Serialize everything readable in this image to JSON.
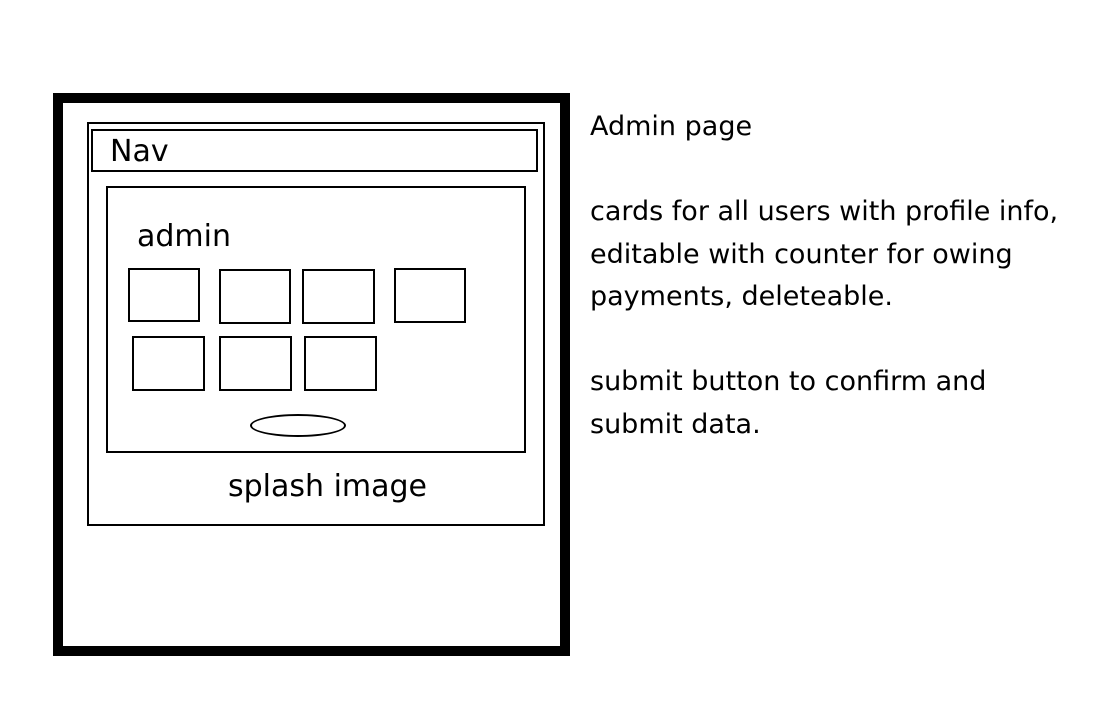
{
  "wireframe": {
    "nav_label": "Nav",
    "admin_label": "admin",
    "splash_label": "splash image",
    "card_count": 7,
    "submit_button_label": ""
  },
  "notes": {
    "title": "Admin page",
    "paragraph1": [
      "cards for all users with profile info,",
      "editable with counter for owing",
      "payments, deleteable."
    ],
    "paragraph2": [
      "submit button to confirm and",
      "submit data."
    ]
  },
  "colors": {
    "ink": "#000000",
    "background": "#ffffff"
  }
}
